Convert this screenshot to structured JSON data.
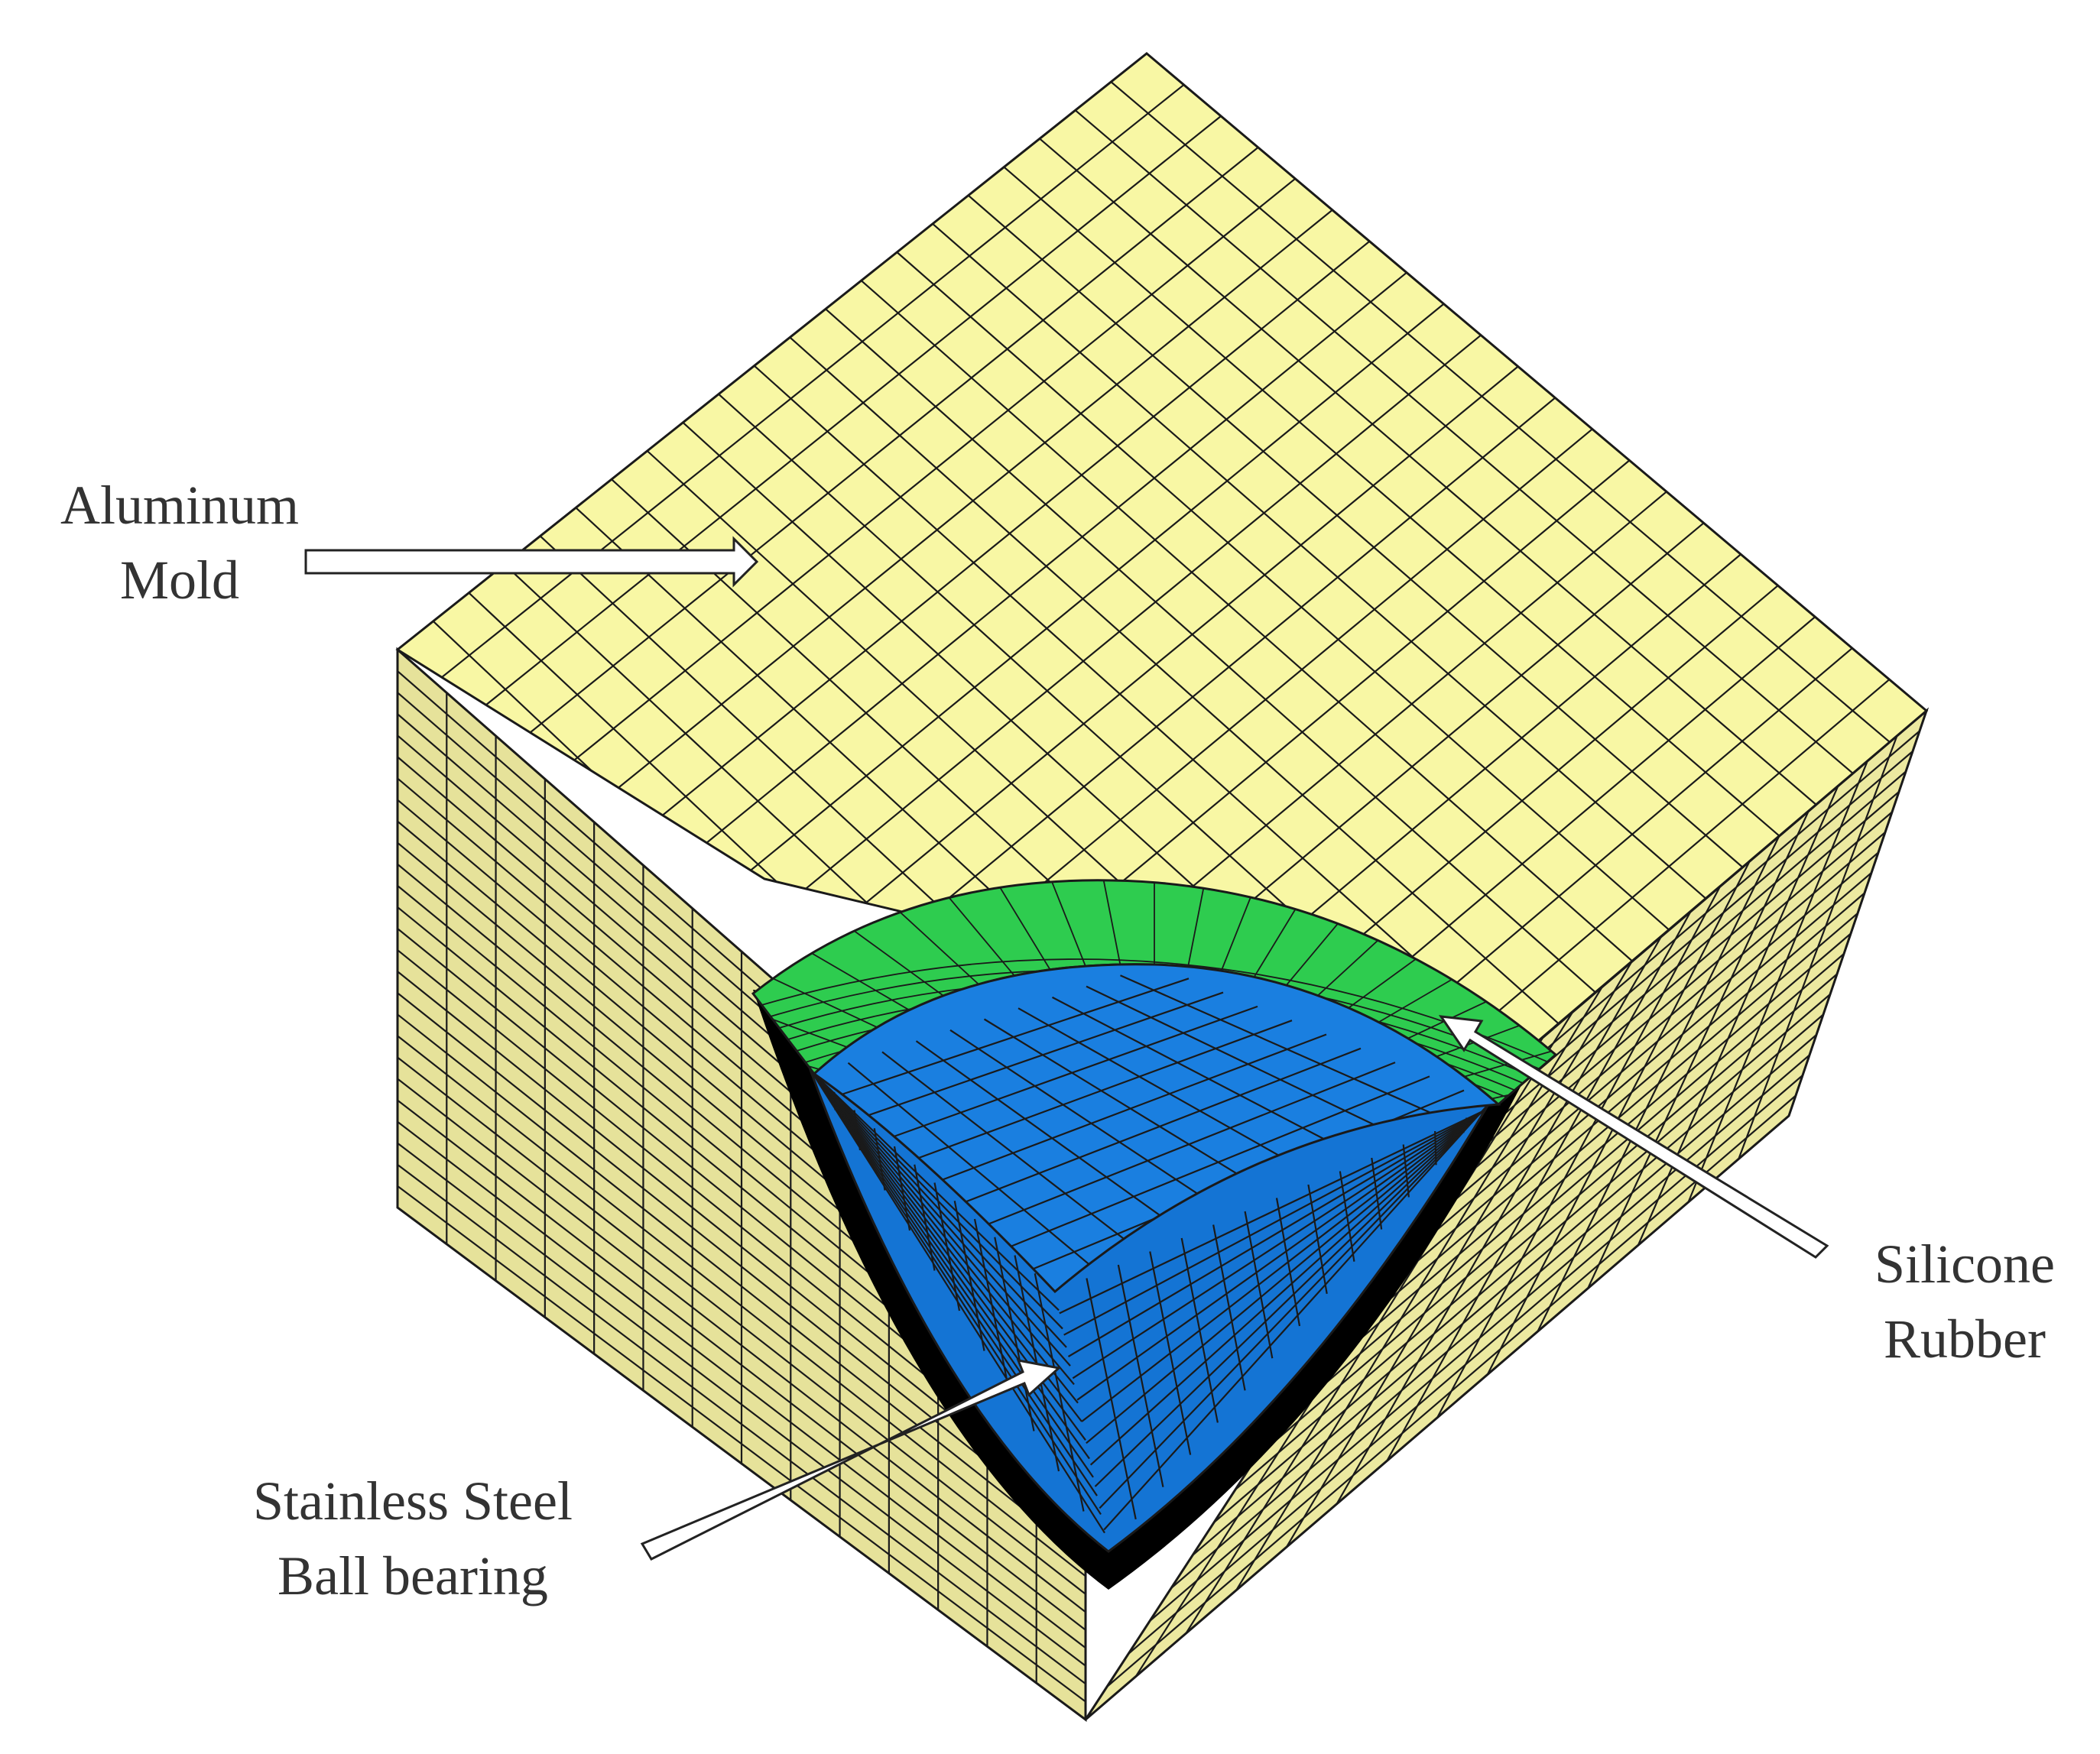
{
  "labels": {
    "mold": {
      "line1": "Aluminum",
      "line2": "Mold"
    },
    "rubber": {
      "line1": "Silicone",
      "line2": "Rubber"
    },
    "steel": {
      "line1": "Stainless Steel",
      "line2": "Ball bearing"
    }
  },
  "colors": {
    "mold_top": "#f8f7a4",
    "mold_left": "#e6e29a",
    "mold_right": "#ece9a0",
    "rubber": "#2ecc4f",
    "steel": "#1a7fe0",
    "steel_side": "#1474d4",
    "mesh": "#1a1a1a",
    "gap": "#000000",
    "arrow_fill": "#ffffff",
    "arrow_stroke": "#222222"
  }
}
